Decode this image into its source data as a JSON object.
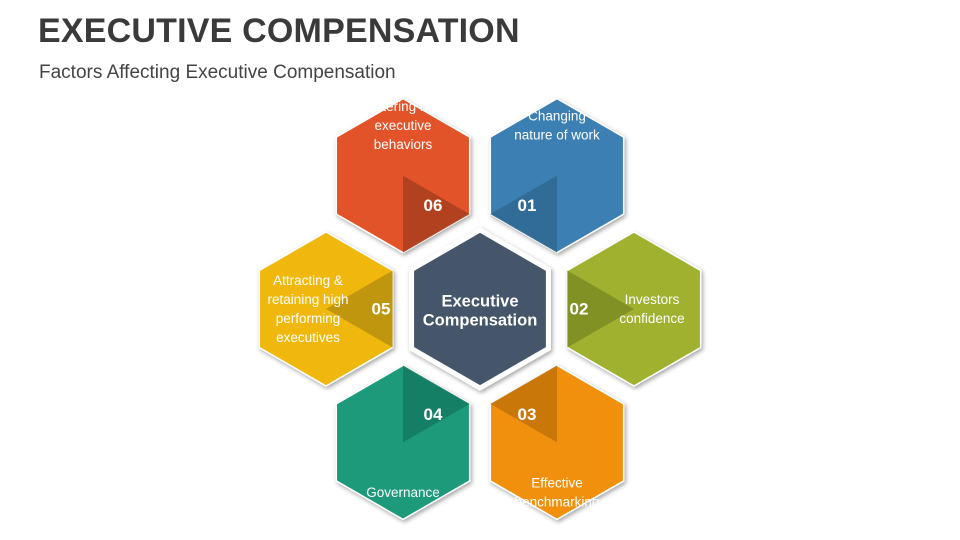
{
  "header": {
    "title": "EXECUTIVE COMPENSATION",
    "subtitle": "Factors Affecting Executive Compensation"
  },
  "center": {
    "lines": [
      "Executive",
      "Compensation"
    ],
    "color": "#44546a"
  },
  "factors": [
    {
      "number": "01",
      "lines": [
        "Changing",
        "nature of work"
      ],
      "color": "#3a7fb3",
      "shade": "#2f6990"
    },
    {
      "number": "02",
      "lines": [
        "Investors",
        "confidence"
      ],
      "color": "#9fb12e",
      "shade": "#7d8c22"
    },
    {
      "number": "03",
      "lines": [
        "Effective",
        "benchmarking"
      ],
      "color": "#f0900a",
      "shade": "#c3730a"
    },
    {
      "number": "04",
      "lines": [
        "Governance"
      ],
      "color": "#1a9a7a",
      "shade": "#147a62"
    },
    {
      "number": "05",
      "lines": [
        "Attracting &",
        "retaining high",
        "performing",
        "executives"
      ],
      "color": "#f0b70e",
      "shade": "#b89010"
    },
    {
      "number": "06",
      "lines": [
        "Fostering right",
        "executive",
        "behaviors"
      ],
      "color": "#e2532a",
      "shade": "#a9401d"
    }
  ]
}
